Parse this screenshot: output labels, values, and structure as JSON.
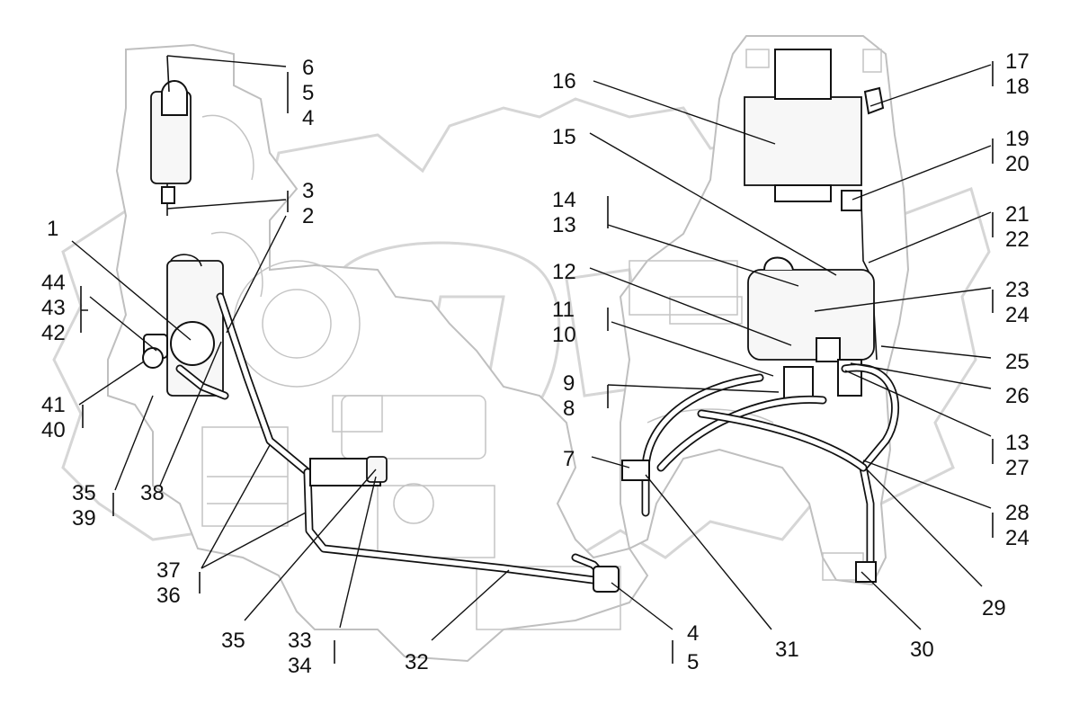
{
  "diagram": {
    "callouts": [
      "1",
      "2",
      "3",
      "4",
      "5",
      "6",
      "7",
      "8",
      "9",
      "10",
      "11",
      "12",
      "13",
      "14",
      "15",
      "16",
      "17",
      "18",
      "19",
      "20",
      "21",
      "22",
      "23",
      "24",
      "25",
      "26",
      "27",
      "28",
      "29",
      "30",
      "31",
      "32",
      "33",
      "34",
      "35",
      "36",
      "37",
      "38",
      "39",
      "40",
      "41",
      "42",
      "43",
      "44"
    ],
    "extra": {
      "c4b": "4",
      "c5b": "5",
      "c13b": "13",
      "c24b": "24",
      "c35b": "35"
    }
  }
}
